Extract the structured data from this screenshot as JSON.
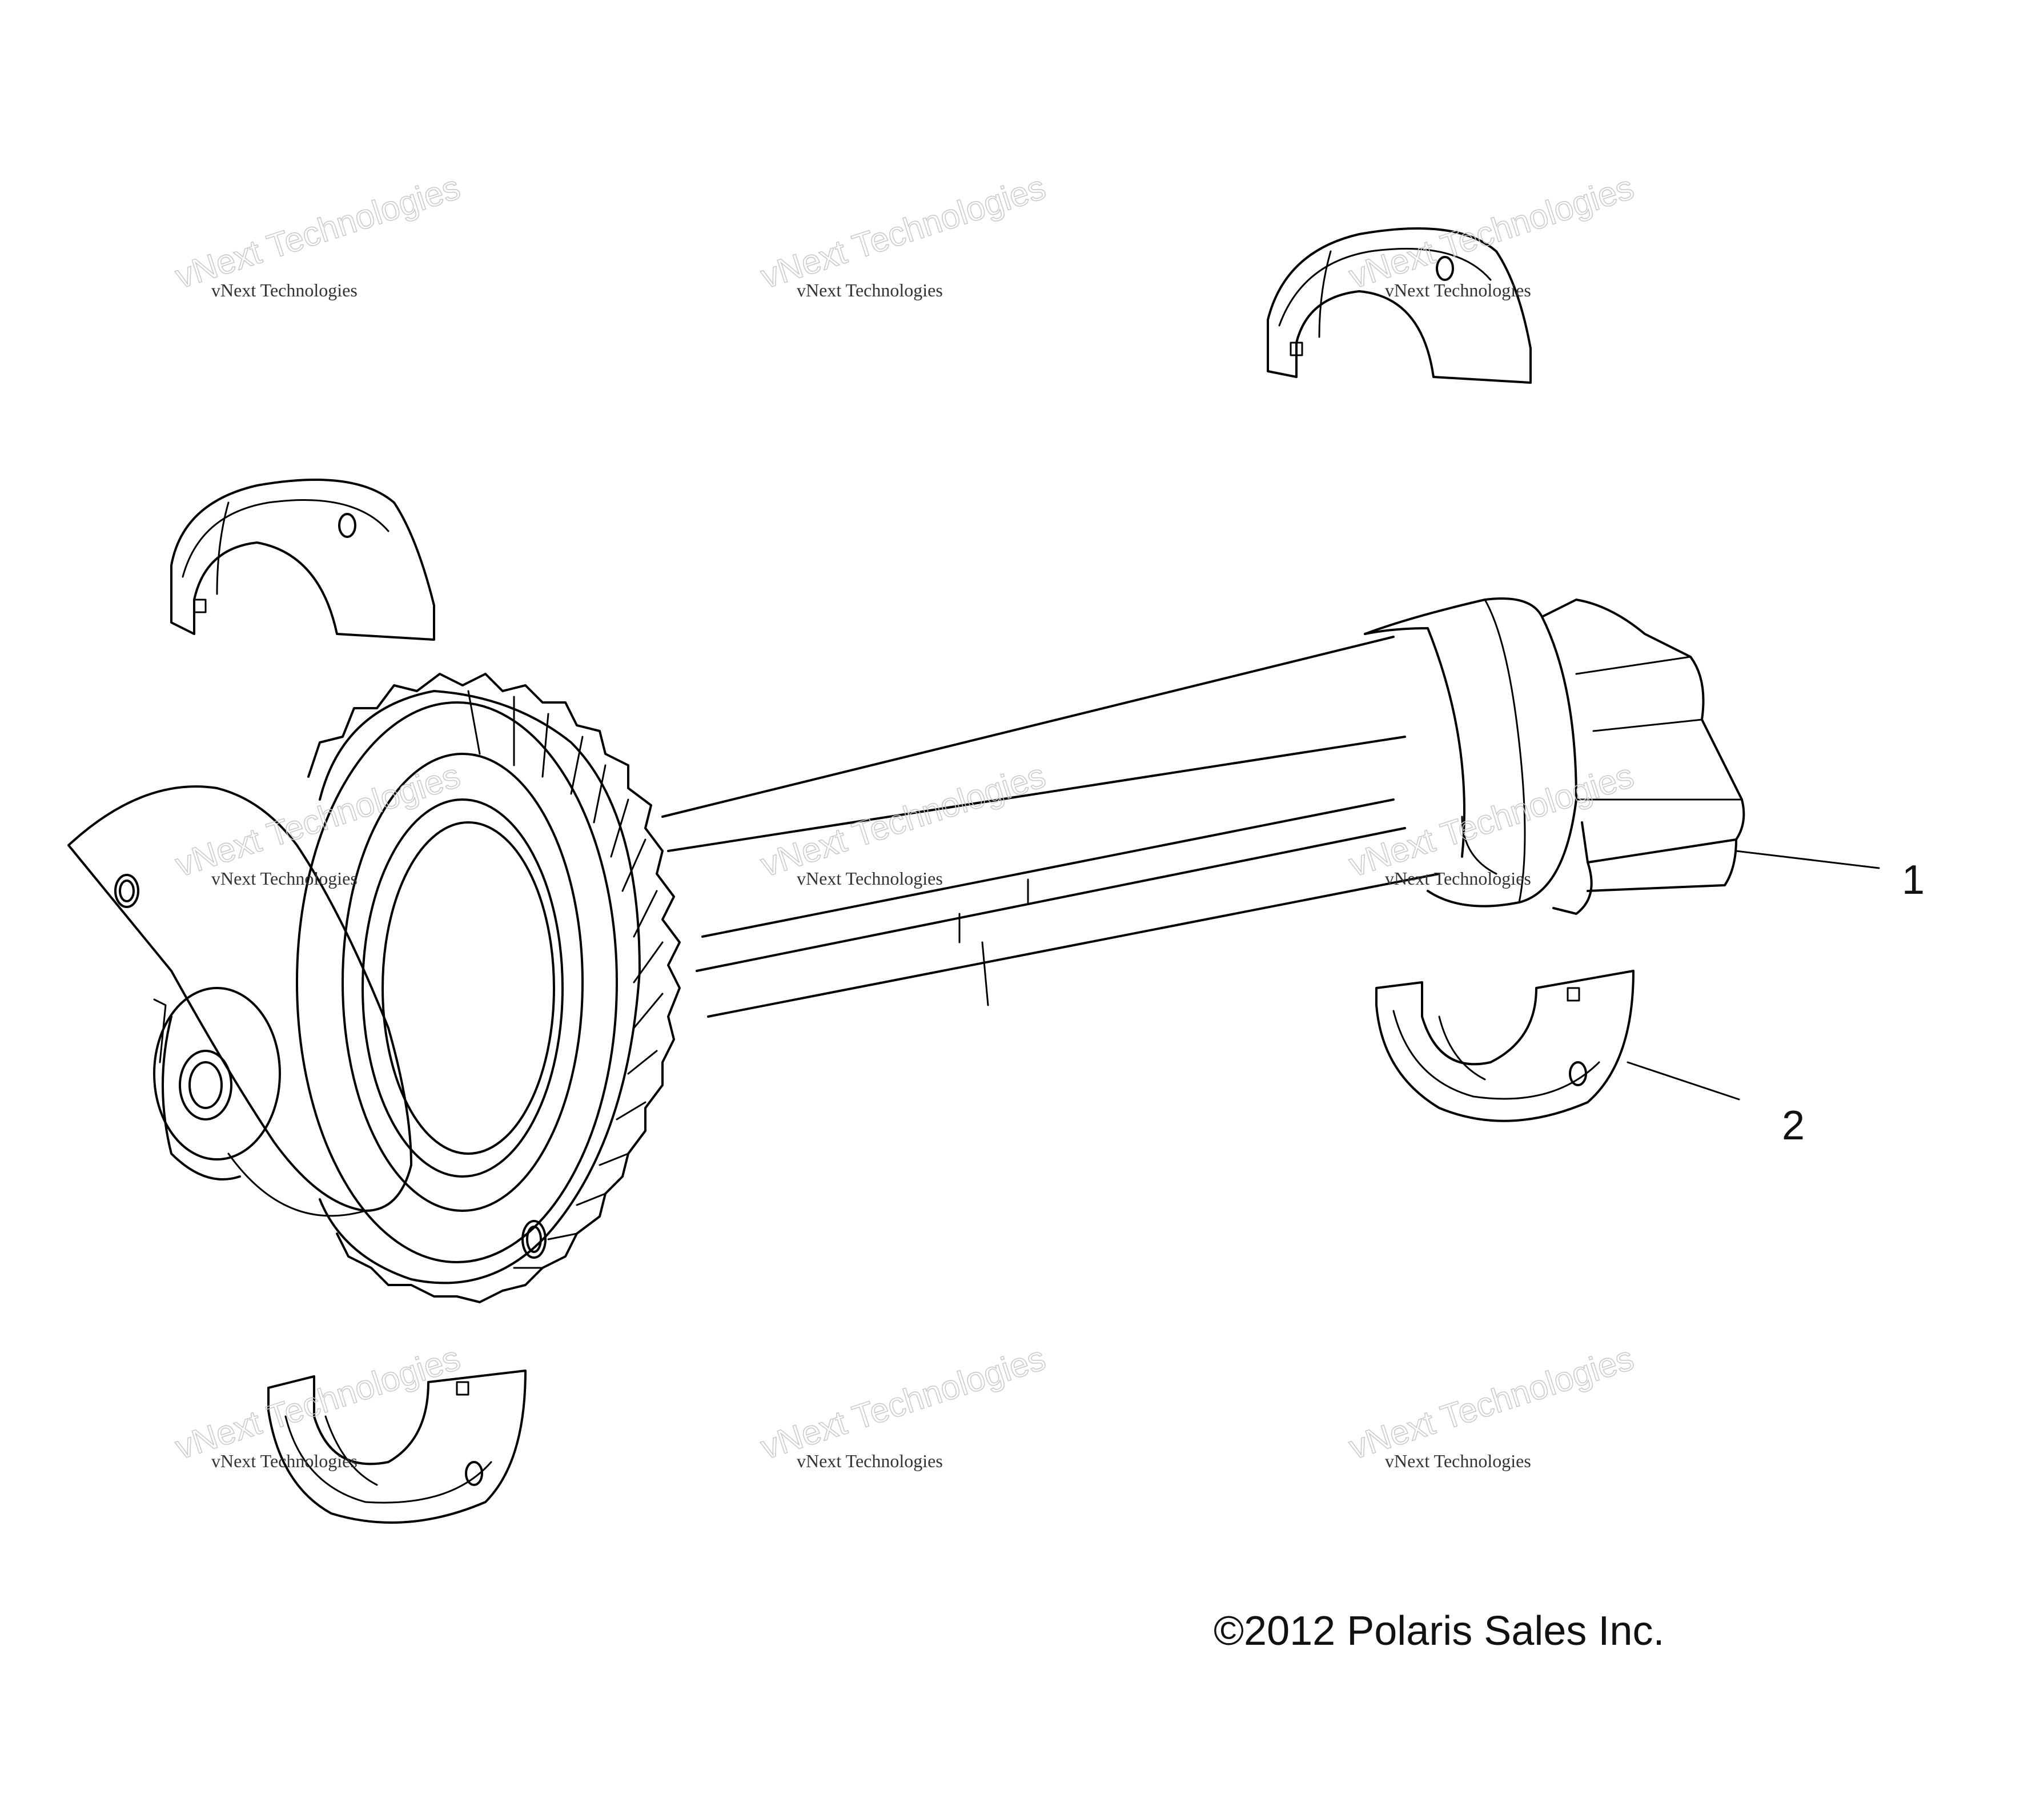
{
  "callouts": [
    {
      "id": "1",
      "label": "1"
    },
    {
      "id": "2",
      "label": "2"
    }
  ],
  "copyright": "©2012 Polaris Sales Inc.",
  "watermark": {
    "line1": "vNext Technologies",
    "line2": "vNext Technologies"
  },
  "colors": {
    "line": "#000000",
    "background": "#ffffff",
    "watermark": "#c8c8c8"
  }
}
